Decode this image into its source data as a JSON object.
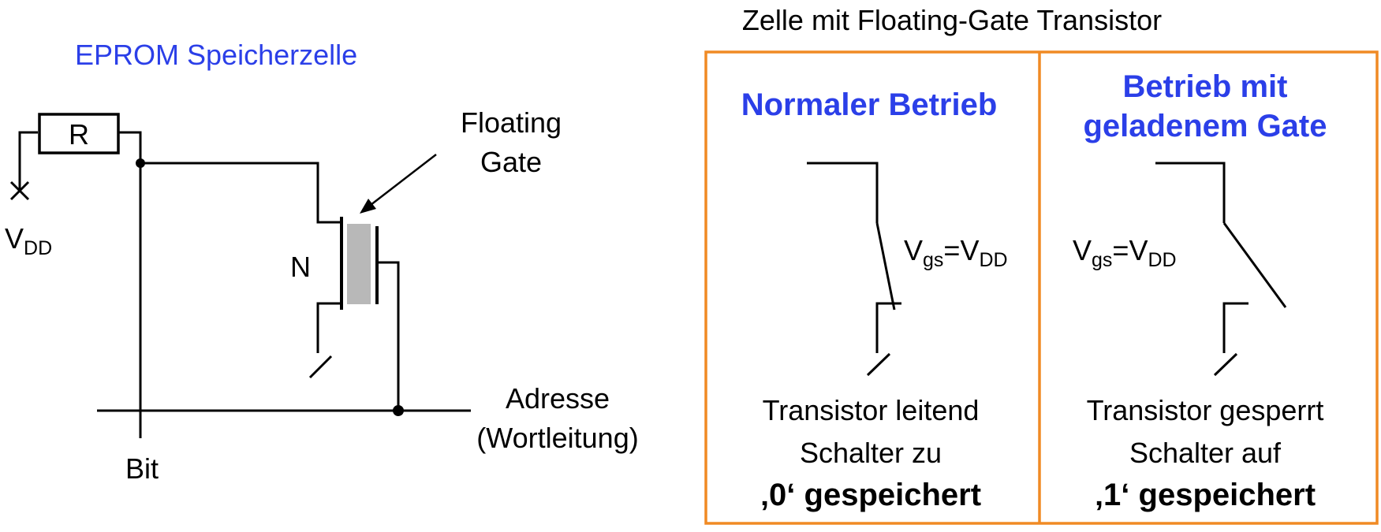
{
  "left": {
    "title": "EPROM Speicherzelle",
    "resistor_label": "R",
    "vdd_main": "V",
    "vdd_sub": "DD",
    "floating_gate_line1": "Floating",
    "floating_gate_line2": "Gate",
    "n_label": "N",
    "adresse_line1": "Adresse",
    "adresse_line2": "(Wortleitung)",
    "bit_label": "Bit"
  },
  "right": {
    "title": "Zelle mit Floating-Gate Transistor",
    "border_color": "#f08a24",
    "heading_color": "#2b3fe8",
    "panel_normal": {
      "heading": "Normaler Betrieb",
      "vgs_main": "V",
      "vgs_sub": "gs",
      "vgs_eq": "=V",
      "vgs_sub2": "DD",
      "line1": "Transistor leitend",
      "line2": "Schalter zu",
      "line3": "‚0‘ gespeichert"
    },
    "panel_charged": {
      "heading_line1": "Betrieb mit",
      "heading_line2": "geladenem Gate",
      "vgs_main": "V",
      "vgs_sub": "gs",
      "vgs_eq": "=V",
      "vgs_sub2": "DD",
      "line1": "Transistor gesperrt",
      "line2": "Schalter auf",
      "line3": "‚1‘ gespeichert"
    }
  }
}
